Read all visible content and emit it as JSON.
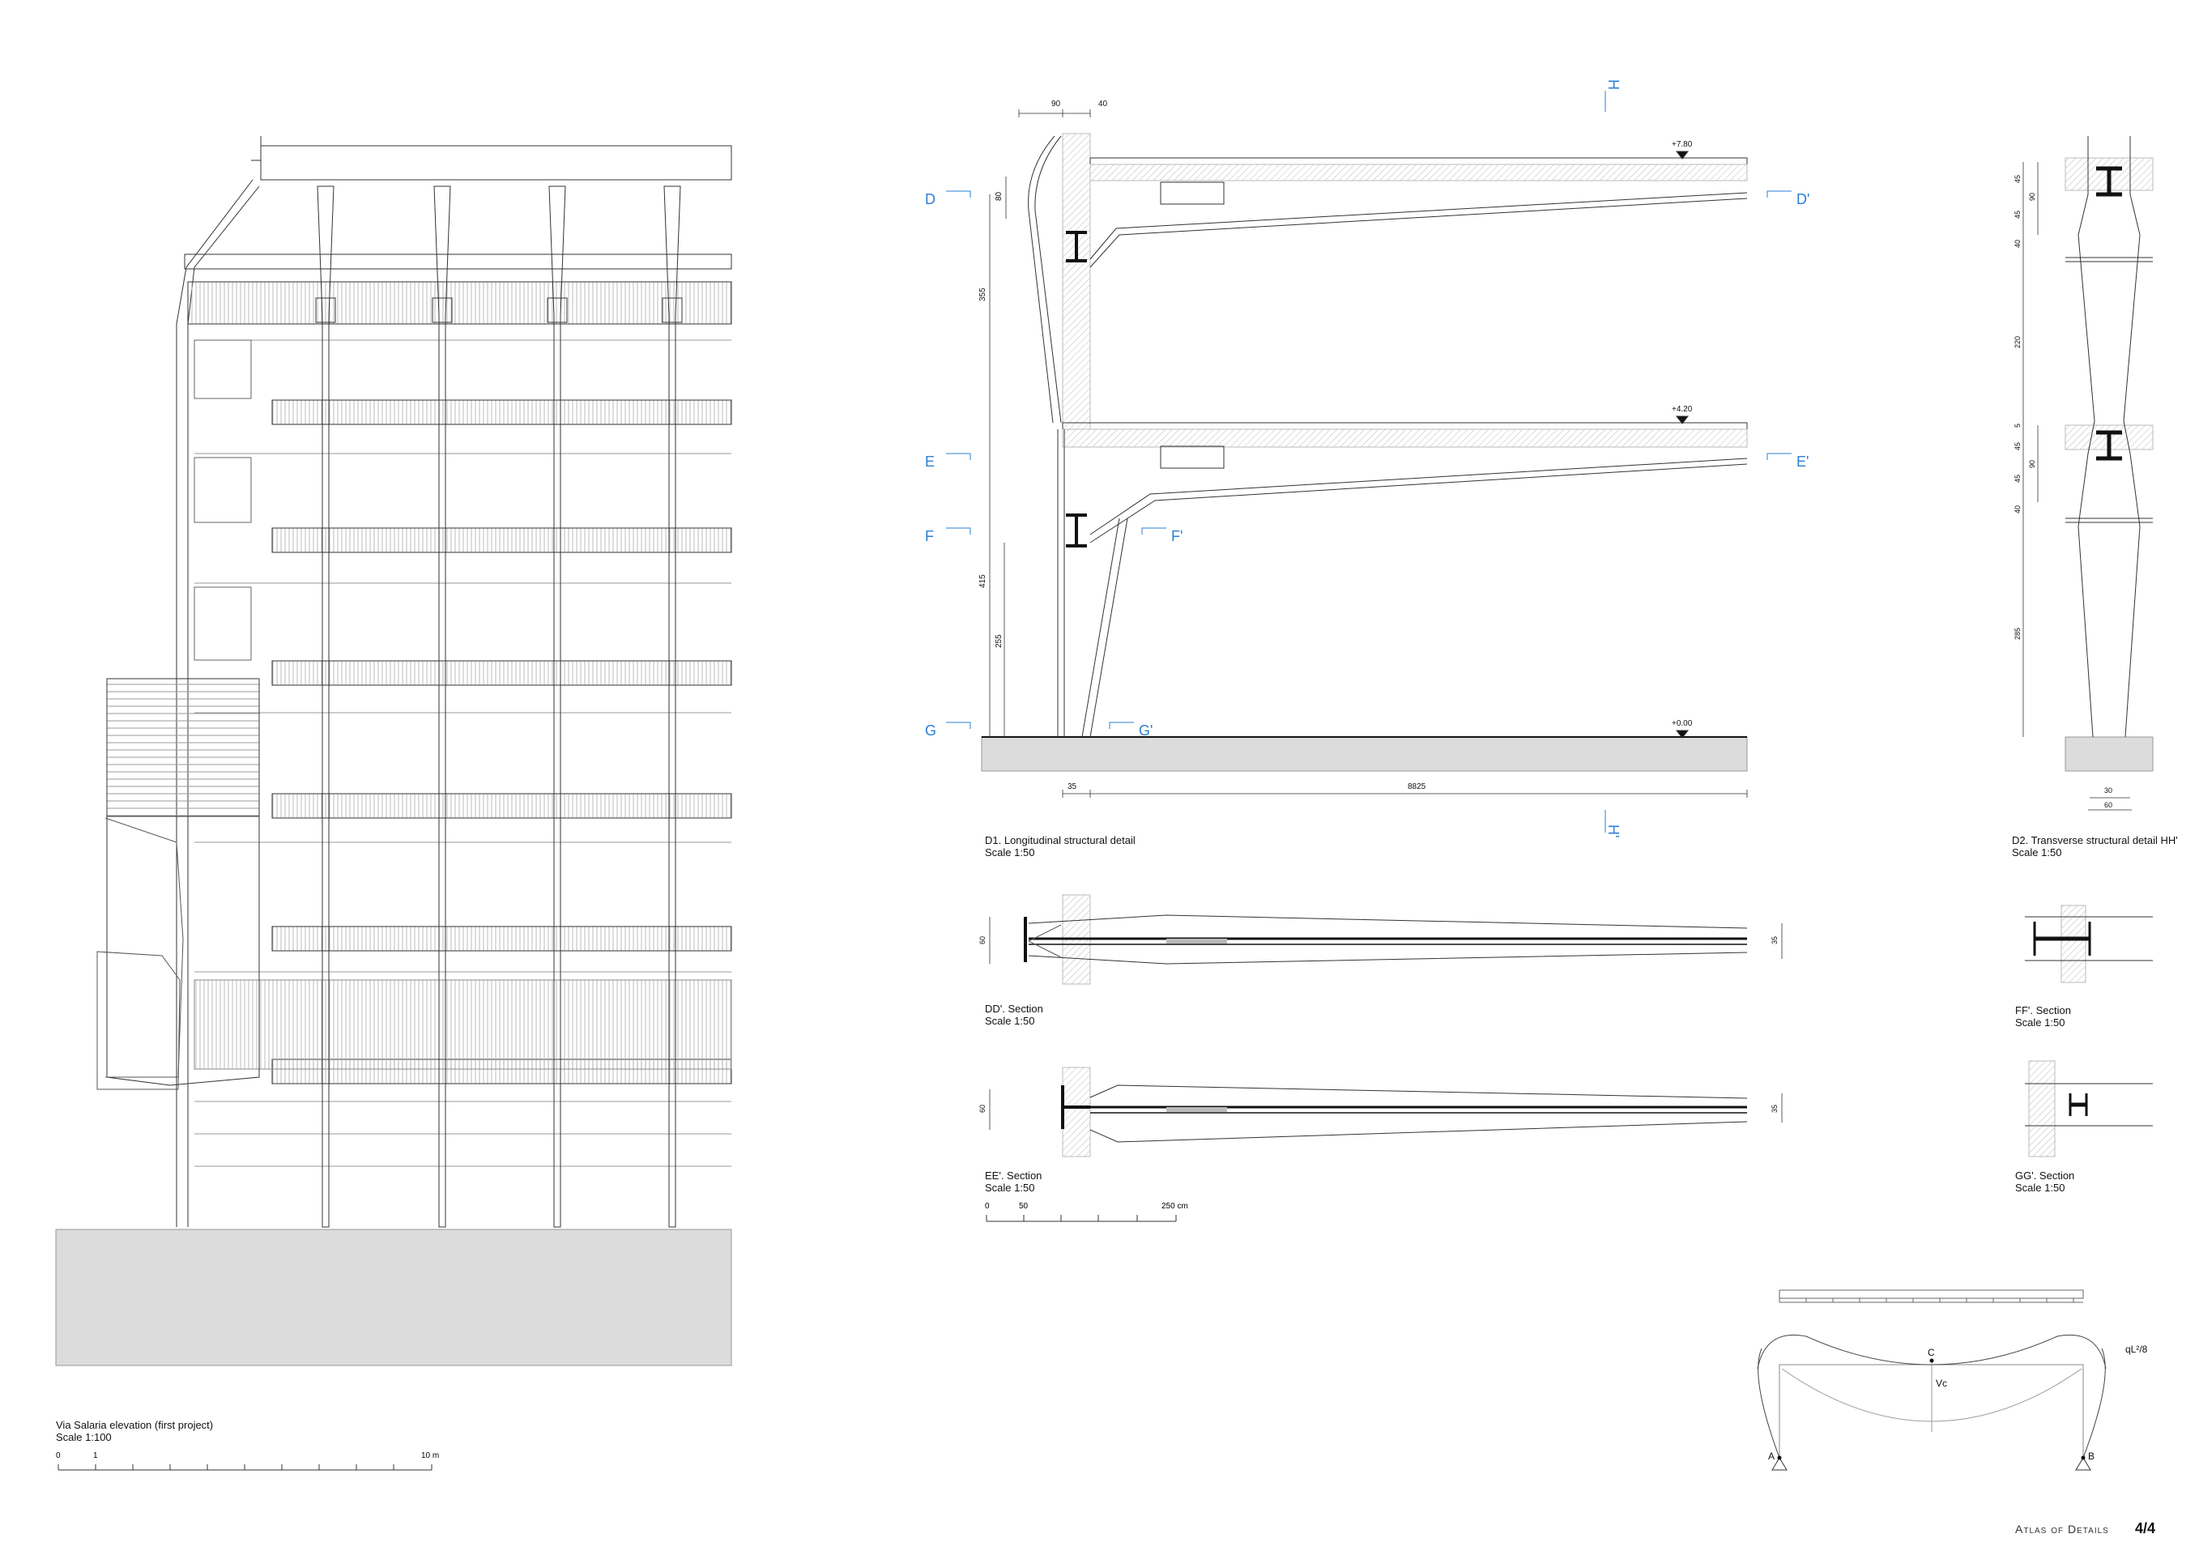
{
  "captions": {
    "elevation": {
      "title": "Via Salaria elevation (first project)",
      "scale": "Scale 1:100"
    },
    "d1": {
      "title": "D1. Longitudinal structural detail",
      "scale": "Scale 1:50"
    },
    "d2": {
      "title": "D2. Transverse structural detail HH'",
      "scale": "Scale 1:50"
    },
    "dd": {
      "title": "DD'. Section",
      "scale": "Scale 1:50"
    },
    "ee": {
      "title": "EE'. Section",
      "scale": "Scale 1:50"
    },
    "ff": {
      "title": "FF'. Section",
      "scale": "Scale 1:50"
    },
    "gg": {
      "title": "GG'. Section",
      "scale": "Scale 1:50"
    }
  },
  "scale_bars": {
    "elevation": [
      "0",
      "1",
      "10 m"
    ],
    "detail": [
      "0",
      "50",
      "250 cm"
    ]
  },
  "section_markers": {
    "left": [
      "D",
      "E",
      "F",
      "G"
    ],
    "right": [
      "D'",
      "E'",
      "F'",
      "G'"
    ],
    "top": "H",
    "bottom": "H'"
  },
  "levels": [
    "+7.80",
    "+4.20",
    "+0.00"
  ],
  "dimensions": {
    "d1_top": [
      "90",
      "40"
    ],
    "d1_vertical": [
      "80",
      "355",
      "415",
      "255"
    ],
    "d1_bottom": [
      "35",
      "8825"
    ],
    "d2_vertical": [
      "45",
      "45",
      "90",
      "40",
      "220",
      "5",
      "45",
      "45",
      "90",
      "40",
      "285"
    ],
    "d2_bottom": [
      "30",
      "60"
    ],
    "sections": [
      "60",
      "35",
      "60",
      "35"
    ]
  },
  "diagram_labels": {
    "moment": "qL²/8",
    "c": "C",
    "vc": "Vc",
    "a": "A",
    "b": "B"
  },
  "footer": {
    "title": "Atlas of Details",
    "page": "4/4"
  },
  "colors": {
    "marker_blue": "#2a7fd4",
    "ground_gray": "#dcdcdc",
    "hatch_gray": "#e8e8e8"
  }
}
